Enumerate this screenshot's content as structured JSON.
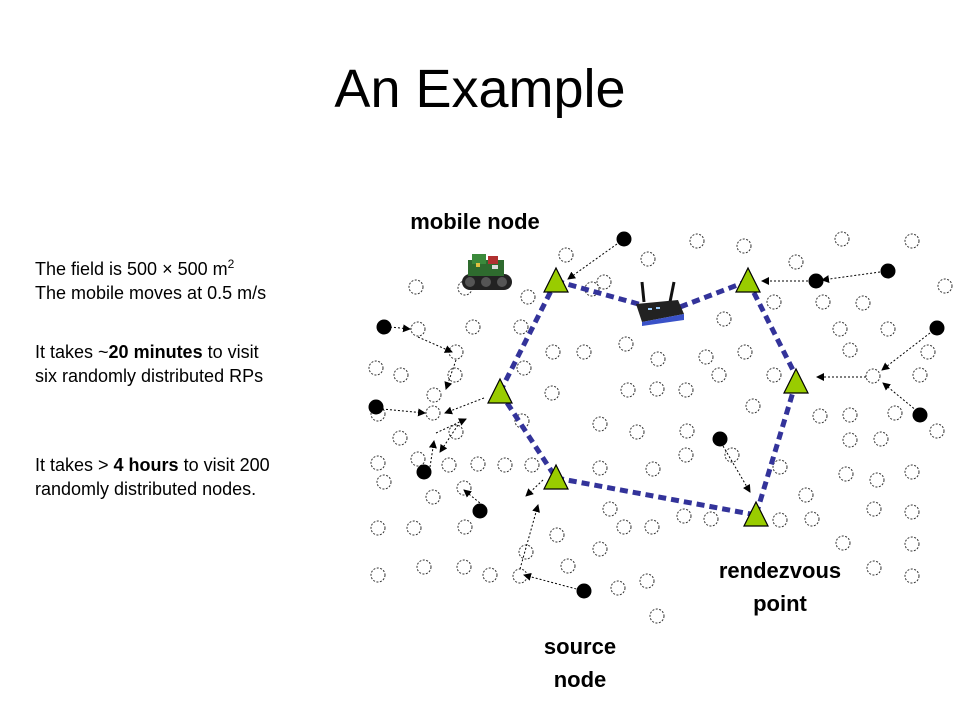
{
  "slide": {
    "title": "An Example",
    "field_text": "The field is 500 × 500 m",
    "field_sup": "2",
    "mobile_speed": "The mobile moves at 0.5 m/s",
    "rp_pre": "It takes ~",
    "rp_bold": "20 minutes",
    "rp_post": " to visit",
    "rp_line2": "six randomly distributed RPs",
    "nodes_pre": "It takes > ",
    "nodes_bold": "4 hours",
    "nodes_post": " to visit 200",
    "nodes_line2": "randomly distributed nodes."
  },
  "labels": {
    "mobile_node": "mobile node",
    "rendezvous_line1": "rendezvous",
    "rendezvous_line2": "point",
    "source_line1": "source",
    "source_line2": "node"
  },
  "colors": {
    "rp_fill": "#99cc00",
    "path": "#33339a",
    "sensor_stroke": "#333333",
    "source_fill": "#000000"
  },
  "icons": {
    "robot": "robot-rover-icon",
    "router": "wireless-router-icon"
  }
}
